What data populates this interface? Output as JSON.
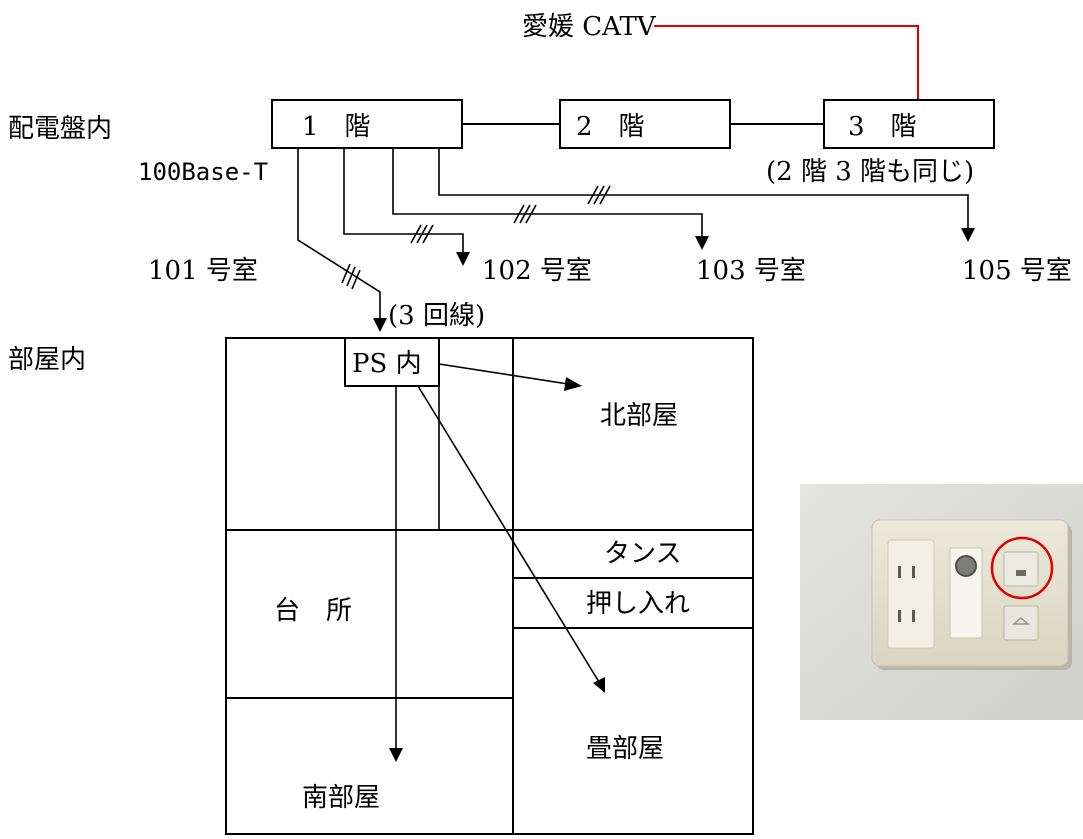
{
  "catv_label": "愛媛 CATV",
  "panel_section_label": "配電盤内",
  "room_section_label": "部屋内",
  "floors": [
    {
      "label": "1　階"
    },
    {
      "label": "2　階"
    },
    {
      "label": "3　階"
    }
  ],
  "floors_note": "(2 階 3 階も同じ)",
  "cable_type": "100Base-T",
  "rooms": [
    "101 号室",
    "102 号室",
    "103 号室",
    "105 号室"
  ],
  "lines_note": "(3 回線)",
  "ps_label": "PS 内",
  "room_areas": {
    "north": "北部屋",
    "wardrobe": "タンス",
    "closet": "押し入れ",
    "kitchen": "台　所",
    "tatami": "畳部屋",
    "south": "南部屋"
  },
  "colors": {
    "catv_line": "#e00000",
    "highlight_circle": "#e00000",
    "wall_plate": "#e6e2d2",
    "wall_bg": "#dcdcdc"
  }
}
